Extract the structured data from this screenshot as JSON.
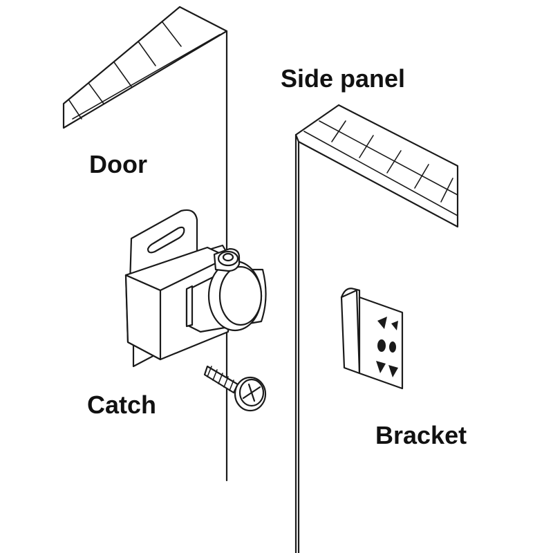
{
  "labels": {
    "side_panel": "Side panel",
    "door": "Door",
    "catch": "Catch",
    "bracket": "Bracket"
  },
  "colors": {
    "line": "#1a1a1a",
    "background": "#ffffff"
  }
}
